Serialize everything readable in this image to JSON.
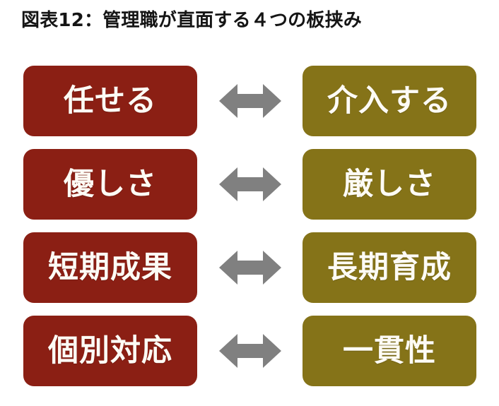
{
  "figure": {
    "title": "図表12：管理職が直面する４つの板挟み",
    "title_color": "#151515",
    "background_color": "#ffffff"
  },
  "colors": {
    "left_box": "#8b1f14",
    "right_box": "#857318",
    "box_text": "#fdfbf5",
    "arrow": "#808080"
  },
  "diagram": {
    "type": "paired-opposition",
    "arrow_icon": "double-headed-horizontal-arrow",
    "rows": [
      {
        "left": "任せる",
        "right": "介入する",
        "arrow": "⟷"
      },
      {
        "left": "優しさ",
        "right": "厳しさ",
        "arrow": "⟷"
      },
      {
        "left": "短期成果",
        "right": "長期育成",
        "arrow": "⟷"
      },
      {
        "left": "個別対応",
        "right": "一貫性",
        "arrow": "⟷"
      }
    ]
  }
}
